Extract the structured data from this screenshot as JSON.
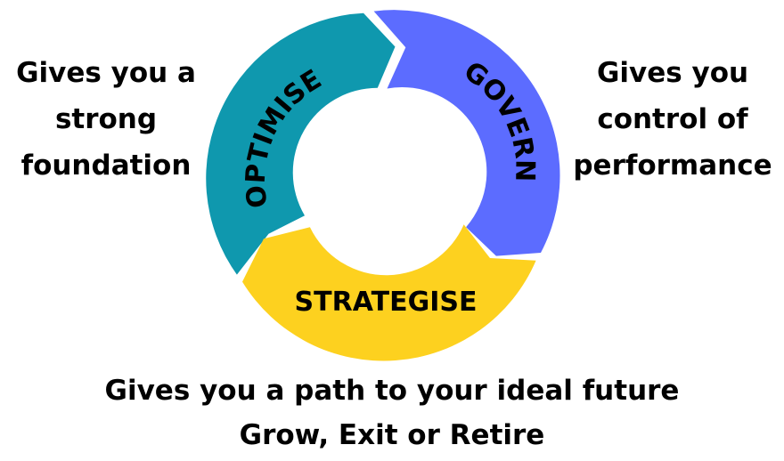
{
  "left_caption": [
    "Gives you a",
    "strong",
    "foundation"
  ],
  "right_caption": [
    "Gives you",
    "control of",
    "performance"
  ],
  "bottom_caption": [
    "Gives you a path to your ideal future",
    "Grow, Exit or Retire"
  ],
  "segments": {
    "optimise": {
      "label": "OPTIMISE",
      "color": "#0f98ae"
    },
    "govern": {
      "label": "GOVERN",
      "color": "#5c6cff"
    },
    "strategise": {
      "label": "STRATEGISE",
      "color": "#fdd11f"
    }
  }
}
